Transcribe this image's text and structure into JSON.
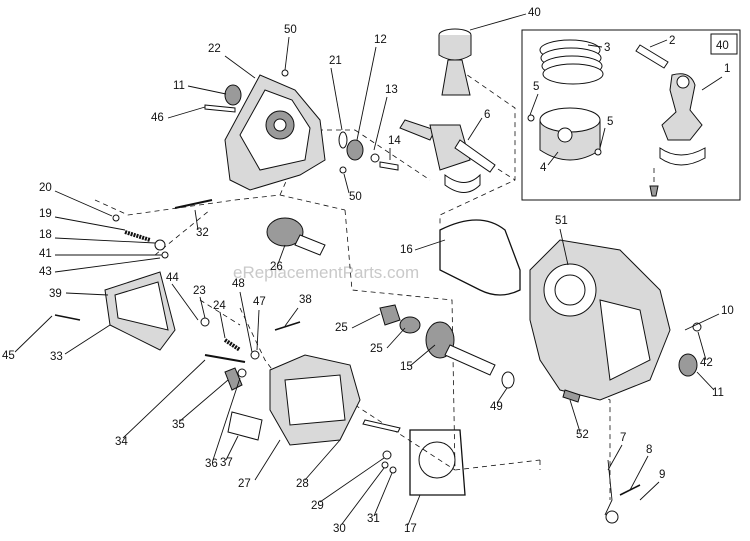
{
  "watermark": "eReplacementParts.com",
  "inset_tag": "40",
  "callouts": [
    {
      "id": "1",
      "label": "1"
    },
    {
      "id": "2",
      "label": "2"
    },
    {
      "id": "3",
      "label": "3"
    },
    {
      "id": "4",
      "label": "4"
    },
    {
      "id": "5a",
      "label": "5"
    },
    {
      "id": "5b",
      "label": "5"
    },
    {
      "id": "6",
      "label": "6"
    },
    {
      "id": "7",
      "label": "7"
    },
    {
      "id": "8",
      "label": "8"
    },
    {
      "id": "9",
      "label": "9"
    },
    {
      "id": "10",
      "label": "10"
    },
    {
      "id": "11a",
      "label": "11"
    },
    {
      "id": "11b",
      "label": "11"
    },
    {
      "id": "12",
      "label": "12"
    },
    {
      "id": "13",
      "label": "13"
    },
    {
      "id": "14",
      "label": "14"
    },
    {
      "id": "15",
      "label": "15"
    },
    {
      "id": "16",
      "label": "16"
    },
    {
      "id": "17",
      "label": "17"
    },
    {
      "id": "18",
      "label": "18"
    },
    {
      "id": "19",
      "label": "19"
    },
    {
      "id": "20",
      "label": "20"
    },
    {
      "id": "21",
      "label": "21"
    },
    {
      "id": "22",
      "label": "22"
    },
    {
      "id": "23",
      "label": "23"
    },
    {
      "id": "24",
      "label": "24"
    },
    {
      "id": "25a",
      "label": "25"
    },
    {
      "id": "25b",
      "label": "25"
    },
    {
      "id": "26",
      "label": "26"
    },
    {
      "id": "27",
      "label": "27"
    },
    {
      "id": "28",
      "label": "28"
    },
    {
      "id": "29",
      "label": "29"
    },
    {
      "id": "30",
      "label": "30"
    },
    {
      "id": "31",
      "label": "31"
    },
    {
      "id": "32",
      "label": "32"
    },
    {
      "id": "33",
      "label": "33"
    },
    {
      "id": "34",
      "label": "34"
    },
    {
      "id": "35",
      "label": "35"
    },
    {
      "id": "36",
      "label": "36"
    },
    {
      "id": "37",
      "label": "37"
    },
    {
      "id": "38",
      "label": "38"
    },
    {
      "id": "39",
      "label": "39"
    },
    {
      "id": "40",
      "label": "40"
    },
    {
      "id": "41",
      "label": "41"
    },
    {
      "id": "42",
      "label": "42"
    },
    {
      "id": "43",
      "label": "43"
    },
    {
      "id": "44",
      "label": "44"
    },
    {
      "id": "45",
      "label": "45"
    },
    {
      "id": "46",
      "label": "46"
    },
    {
      "id": "47",
      "label": "47"
    },
    {
      "id": "48",
      "label": "48"
    },
    {
      "id": "49",
      "label": "49"
    },
    {
      "id": "50a",
      "label": "50"
    },
    {
      "id": "50b",
      "label": "50"
    },
    {
      "id": "51",
      "label": "51"
    },
    {
      "id": "52",
      "label": "52"
    }
  ]
}
